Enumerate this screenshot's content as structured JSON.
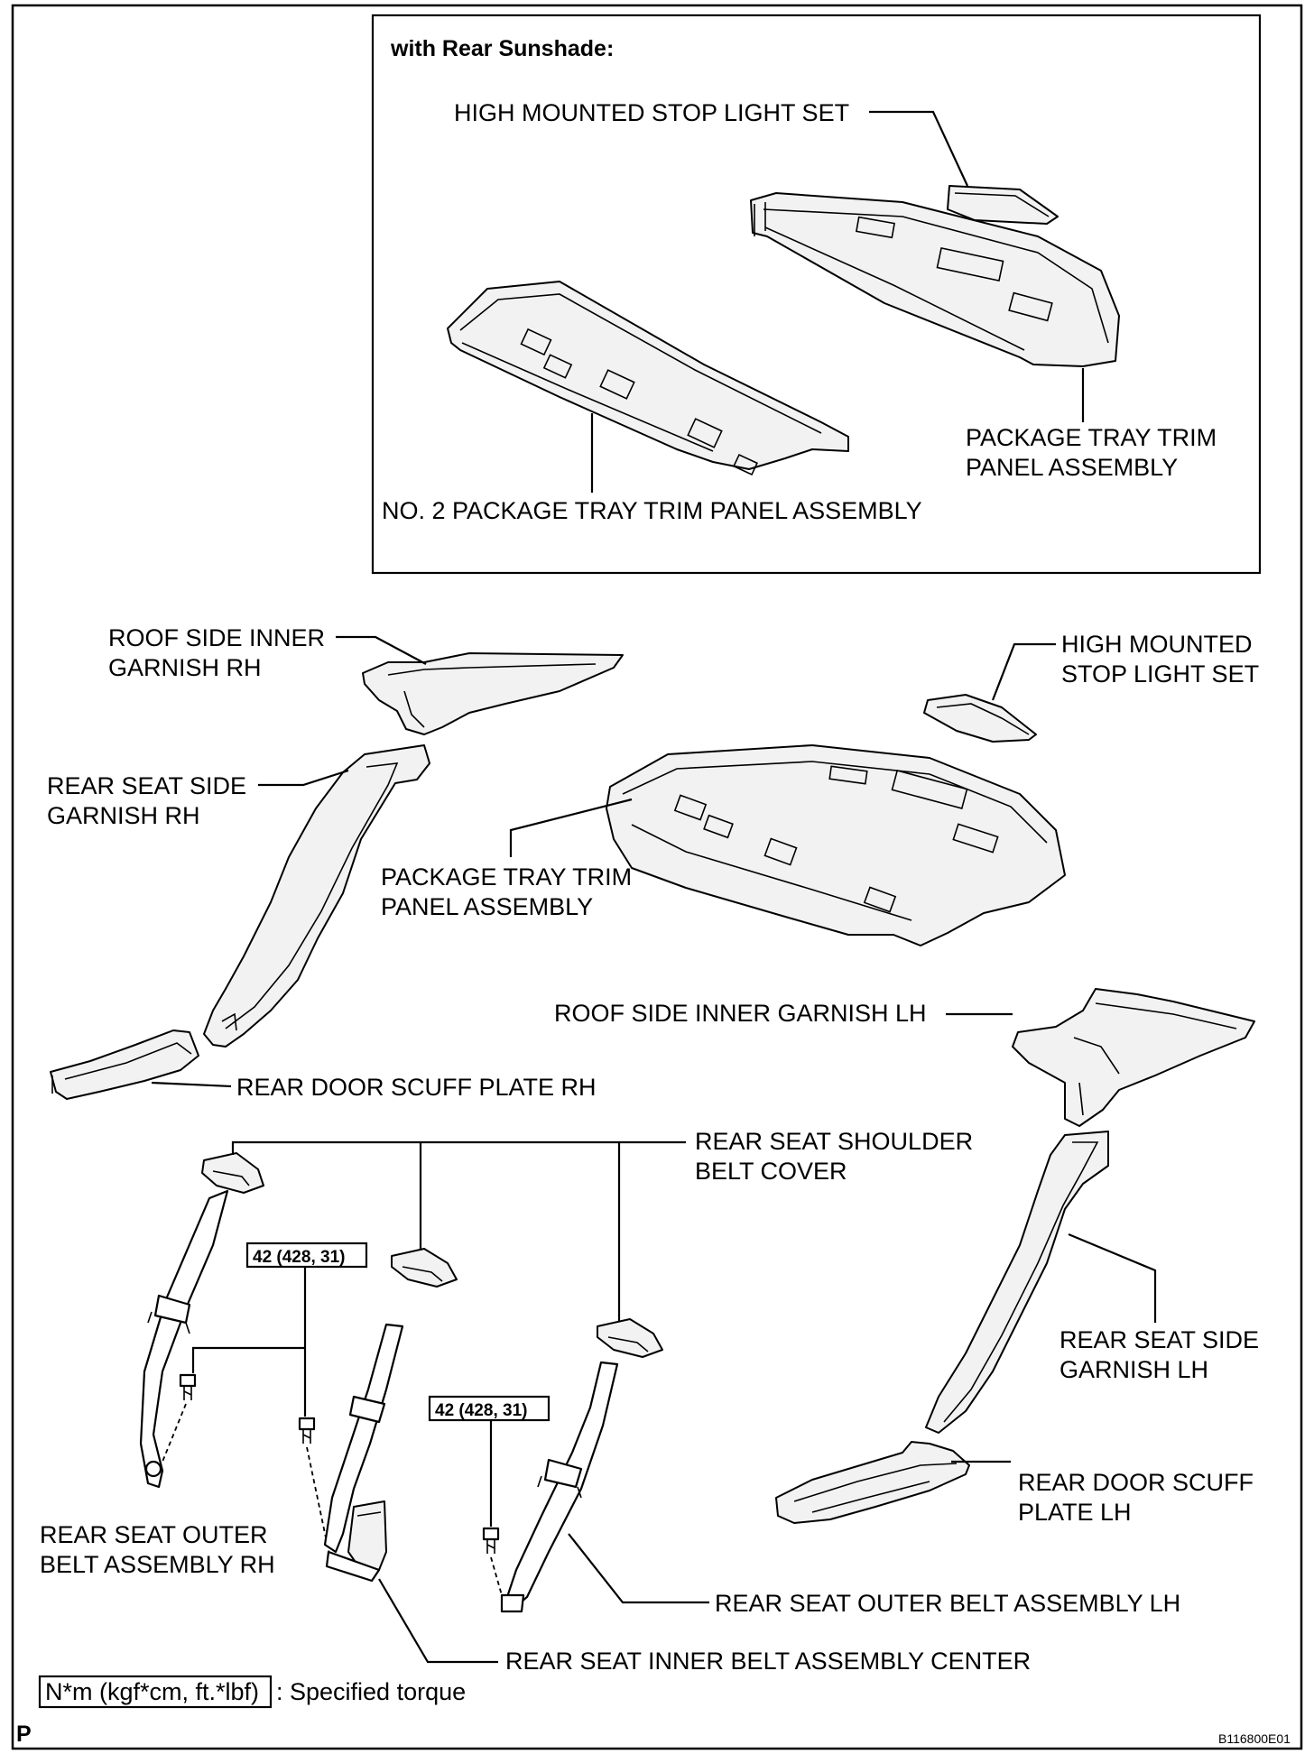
{
  "inset": {
    "title": "with Rear Sunshade:",
    "labels": {
      "stop_light": "HIGH MOUNTED STOP LIGHT SET",
      "package_tray_1": "PACKAGE TRAY TRIM",
      "package_tray_2": "PANEL ASSEMBLY",
      "no2_tray": "NO. 2 PACKAGE TRAY TRIM PANEL ASSEMBLY"
    }
  },
  "labels": {
    "roof_rh_1": "ROOF SIDE INNER",
    "roof_rh_2": "GARNISH RH",
    "stop_light_1": "HIGH MOUNTED",
    "stop_light_2": "STOP LIGHT SET",
    "side_rh_1": "REAR SEAT SIDE",
    "side_rh_2": "GARNISH RH",
    "tray_1": "PACKAGE TRAY TRIM",
    "tray_2": "PANEL ASSEMBLY",
    "roof_lh": "ROOF SIDE INNER GARNISH LH",
    "scuff_rh": "REAR DOOR SCUFF PLATE RH",
    "shoulder_cover_1": "REAR SEAT SHOULDER",
    "shoulder_cover_2": "BELT COVER",
    "side_lh_1": "REAR SEAT SIDE",
    "side_lh_2": "GARNISH LH",
    "scuff_lh_1": "REAR DOOR SCUFF",
    "scuff_lh_2": "PLATE LH",
    "outer_rh_1": "REAR SEAT OUTER",
    "outer_rh_2": "BELT ASSEMBLY RH",
    "outer_lh": "REAR SEAT OUTER BELT ASSEMBLY LH",
    "inner_center": "REAR SEAT INNER BELT ASSEMBLY CENTER"
  },
  "torque": {
    "value_1": "42 (428, 31)",
    "value_2": "42 (428, 31)"
  },
  "legend": {
    "unit": "N*m (kgf*cm, ft.*lbf)",
    "text": ": Specified torque"
  },
  "footer": {
    "corner_mark": "P",
    "figure_id": "B116800E01"
  }
}
